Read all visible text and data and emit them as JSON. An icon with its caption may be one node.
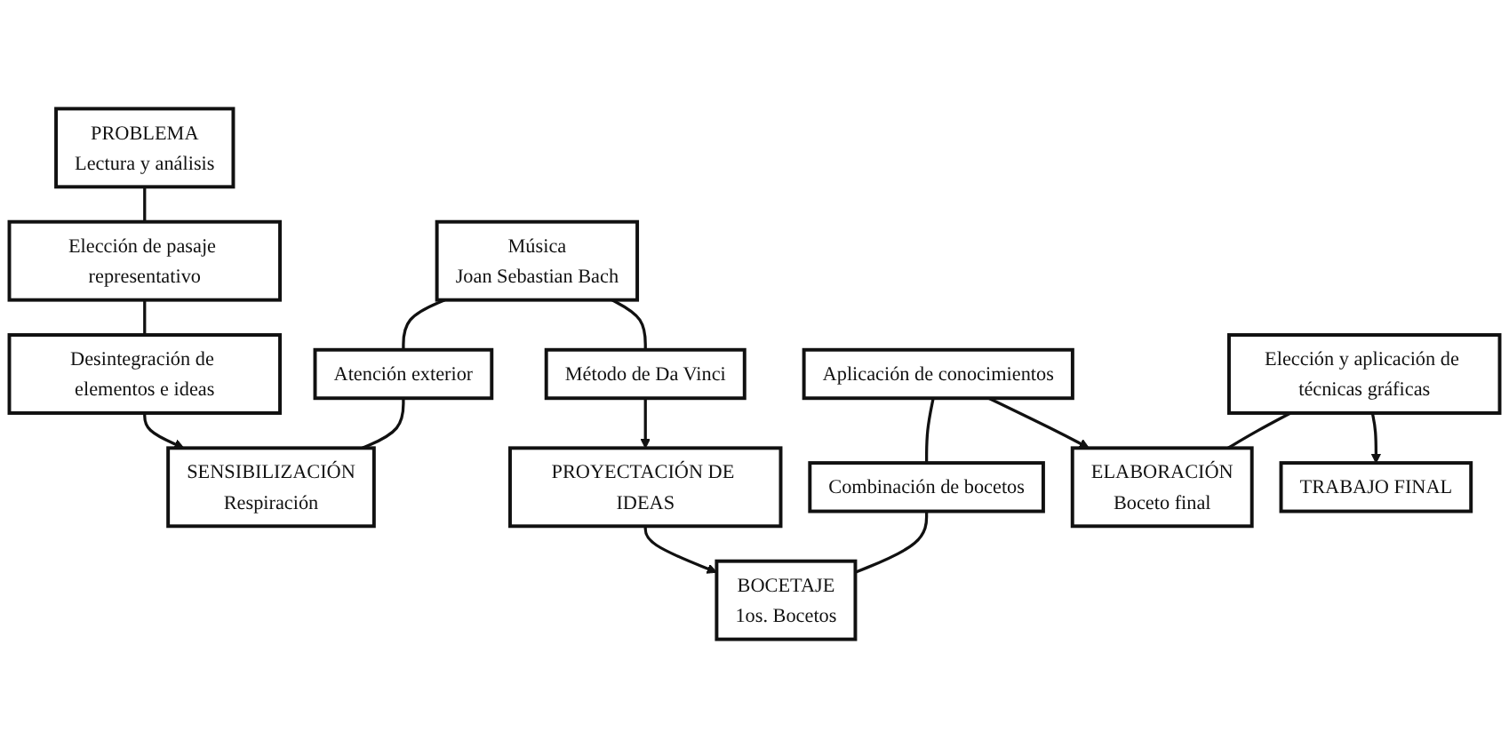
{
  "diagram": {
    "nodes": [
      {
        "text": [
          "PROBLEMA",
          "Lectura y análisis"
        ]
      },
      {
        "text": [
          "Elección de pasaje representativo"
        ]
      },
      {
        "text": [
          "Desintegración de elementos e ideas"
        ]
      },
      {
        "text": [
          "Música",
          "Joan Sebastian Bach"
        ]
      },
      {
        "text": [
          "Atención exterior"
        ]
      },
      {
        "text": [
          "SENSIBILIZACIÓN",
          "Respiración"
        ]
      },
      {
        "text": [
          "Método de Da Vinci"
        ]
      },
      {
        "text": [
          "PROYECTACIÓN DE IDEAS"
        ]
      },
      {
        "text": [
          "BOCETAJE",
          "1os. Bocetos"
        ]
      },
      {
        "text": [
          "ELABORACIÓN",
          "Boceto final"
        ]
      },
      {
        "text": [
          "Aplicación de conocimientos"
        ]
      },
      {
        "text": [
          "Combinación de bocetos"
        ]
      },
      {
        "text": [
          "Elección y aplicación de técnicas gráficas"
        ]
      },
      {
        "text": [
          "TRABAJO FINAL"
        ]
      }
    ],
    "edges": [
      {
        "from": 0,
        "to": 1,
        "arrow": "none"
      },
      {
        "from": 1,
        "to": 2,
        "arrow": "none"
      },
      {
        "from": 2,
        "to": 5,
        "arrow": "to"
      },
      {
        "from": 5,
        "to": 4,
        "arrow": "none"
      },
      {
        "from": 4,
        "to": 3,
        "arrow": "none"
      },
      {
        "from": 3,
        "to": 6,
        "arrow": "none"
      },
      {
        "from": 6,
        "to": 7,
        "arrow": "to"
      },
      {
        "from": 7,
        "to": 8,
        "arrow": "to"
      },
      {
        "from": 8,
        "to": 11,
        "arrow": "none"
      },
      {
        "from": 11,
        "to": 10,
        "arrow": "none"
      },
      {
        "from": 10,
        "to": 9,
        "arrow": "to"
      },
      {
        "from": 9,
        "to": 12,
        "arrow": "none"
      },
      {
        "from": 12,
        "to": 13,
        "arrow": "to"
      }
    ]
  }
}
